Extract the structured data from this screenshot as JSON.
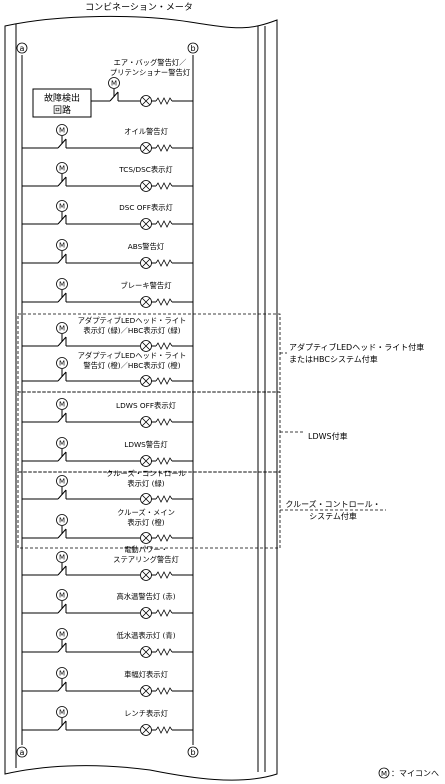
{
  "title": "コンビネーション・メータ",
  "fault_box": [
    "故障検出",
    "回路"
  ],
  "terminal_a": "ⓐ",
  "terminal_b": "ⓑ",
  "motor_symbol": "M",
  "legend": "Ⓜ：マイコンへ",
  "rows": [
    {
      "label": [
        "エア・バッグ警告灯／",
        "プリテンショナー警告灯"
      ]
    },
    {
      "label": [
        "オイル警告灯"
      ]
    },
    {
      "label": [
        "TCS/DSC表示灯"
      ]
    },
    {
      "label": [
        "DSC OFF表示灯"
      ]
    },
    {
      "label": [
        "ABS警告灯"
      ]
    },
    {
      "label": [
        "ブレーキ警告灯"
      ]
    },
    {
      "label": [
        "アダプティブLEDヘッド・ライト",
        "表示灯 (緑)／HBC表示灯 (緑)"
      ]
    },
    {
      "label": [
        "アダプティブLEDヘッド・ライト",
        "警告灯 (橙)／HBC表示灯 (橙)"
      ]
    },
    {
      "label": [
        "LDWS OFF表示灯"
      ]
    },
    {
      "label": [
        "LDWS警告灯"
      ]
    },
    {
      "label": [
        "クルーズ・コントロール",
        "表示灯 (緑)"
      ]
    },
    {
      "label": [
        "クルーズ・メイン",
        "表示灯 (橙)"
      ]
    },
    {
      "label": [
        "電動パワー・",
        "ステアリング警告灯"
      ]
    },
    {
      "label": [
        "高水温警告灯 (赤)"
      ]
    },
    {
      "label": [
        "低水温表示灯 (青)"
      ]
    },
    {
      "label": [
        "車幅灯表示灯"
      ]
    },
    {
      "label": [
        "レンチ表示灯"
      ]
    }
  ],
  "groups": [
    {
      "label": [
        "アダプティブLEDヘッド・ライト付車",
        "またはHBCシステム付車"
      ]
    },
    {
      "label": [
        "LDWS付車"
      ]
    },
    {
      "label": [
        "クルーズ・コントロール・",
        "システム付車"
      ]
    }
  ]
}
